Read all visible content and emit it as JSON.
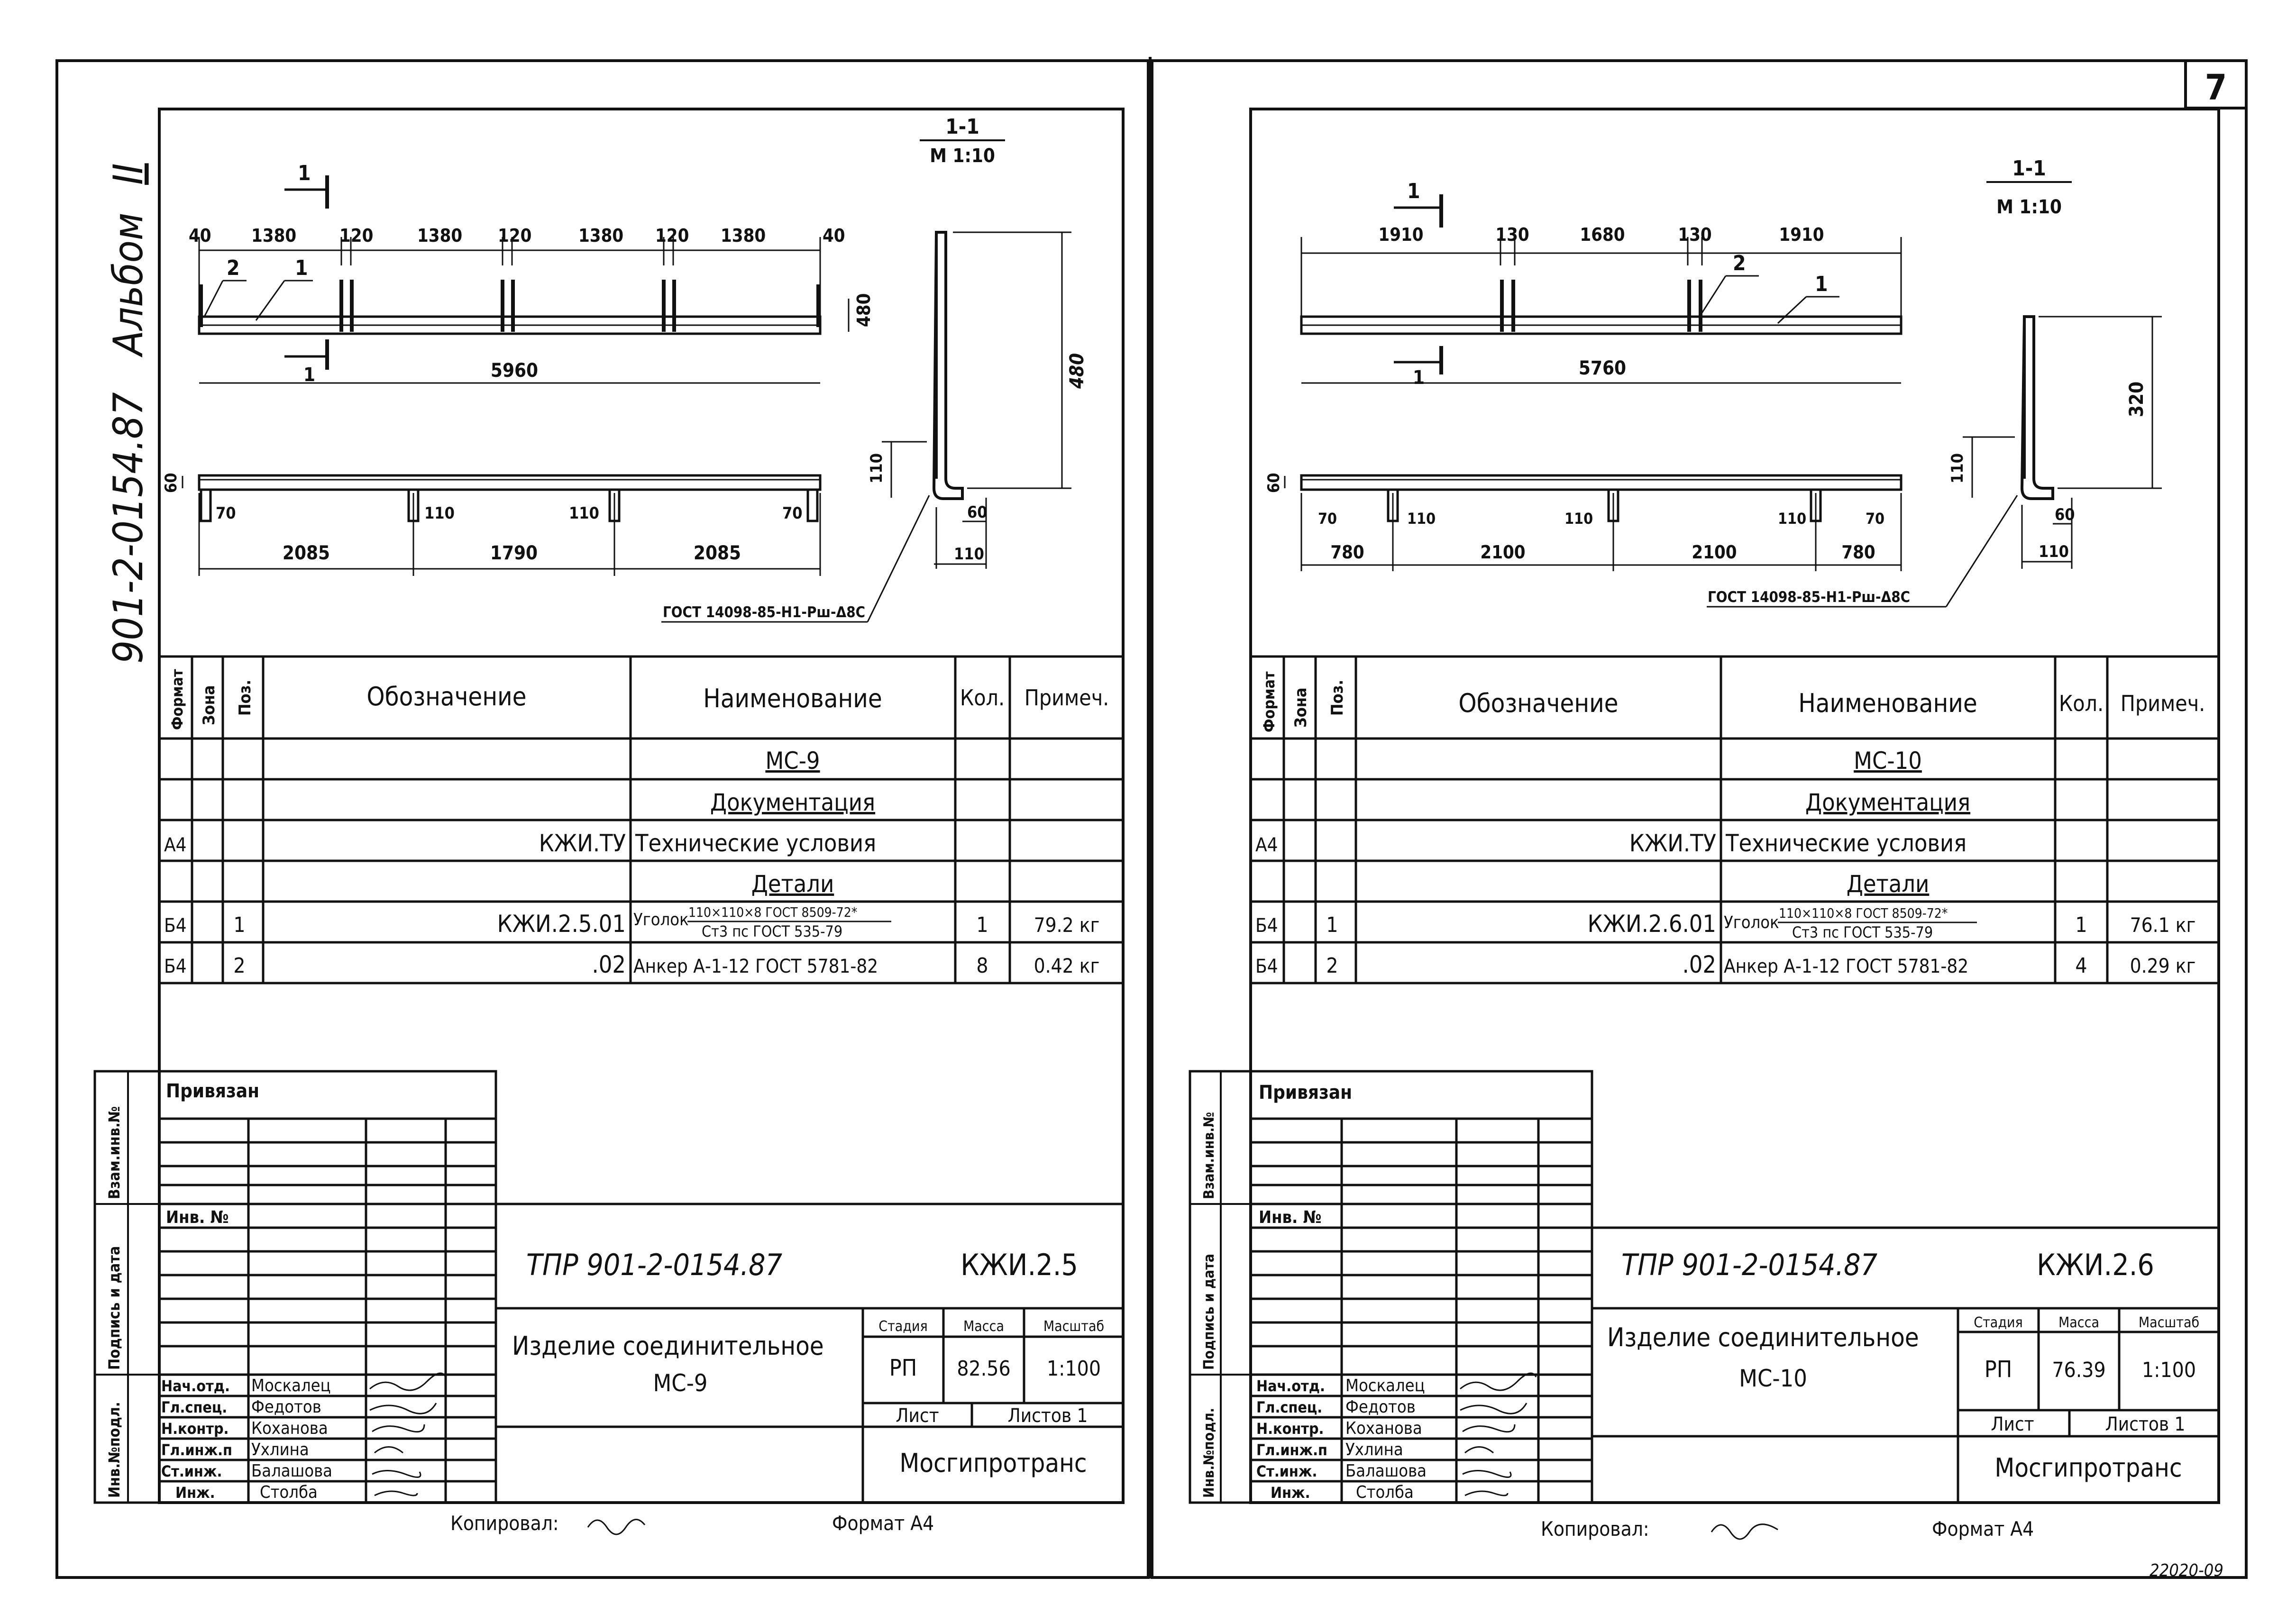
{
  "page_number": "7",
  "side_label": {
    "album": "Альбом",
    "album_numeral": "II",
    "code": "901-2-0154.87"
  },
  "stamp_bottom_right": "22020-09",
  "left": {
    "section_label": "1-1",
    "section_scale": "М 1:10",
    "cut_mark": "1",
    "plan_dims": [
      "40",
      "1380",
      "120",
      "1380",
      "120",
      "1380",
      "120",
      "1380",
      "40"
    ],
    "callouts": [
      "2",
      "1"
    ],
    "plan_height_dim": "480",
    "overall_length": "5960",
    "elev_left_dim": "60",
    "elev_dims_top": [
      "70",
      "110",
      "110",
      "70"
    ],
    "elev_dims_bottom": [
      "2085",
      "1790",
      "2085"
    ],
    "section_height": "480",
    "section_foot": "110",
    "section_width_a": "60",
    "section_width_b": "110",
    "weld_note": "ГОСТ 14098-85-Н1-Рш-Δ8С",
    "table_headers": [
      "Формат",
      "Зона",
      "Поз.",
      "Обозначение",
      "Наименование",
      "Кол.",
      "Примеч."
    ],
    "heading_product": "МС-9",
    "heading_docs": "Документация",
    "row_docs": {
      "format": "А4",
      "designation": "КЖИ.ТУ",
      "name": "Технические условия"
    },
    "heading_parts": "Детали",
    "rows": [
      {
        "format": "Б4",
        "pos": "1",
        "designation": "КЖИ.2.5.01",
        "name_prefix": "Уголок",
        "name_top": "110×110×8 ГОСТ 8509-72*",
        "name_bottom": "Ст3 пс ГОСТ 535-79",
        "qty": "1",
        "note": "79.2 кг"
      },
      {
        "format": "Б4",
        "pos": "2",
        "designation": ".02",
        "name": "Анкер А-1-12 ГОСТ 5781-82",
        "qty": "8",
        "note": "0.42 кг"
      }
    ],
    "title_block": {
      "linked": "Привязан",
      "inv_no": "Инв. №",
      "doc_code": "ТПР 901-2-0154.87",
      "sheet_code": "КЖИ.2.5",
      "product_name_line1": "Изделие соединительное",
      "product_name_line2": "МС-9",
      "stage_label": "Стадия",
      "mass_label": "Масса",
      "scale_label": "Масштаб",
      "stage": "РП",
      "mass": "82.56",
      "scale": "1:100",
      "sheet_label": "Лист",
      "sheets_label": "Листов 1",
      "org": "Мосгипротранс",
      "roles": [
        "Нач.отд.",
        "Гл.спец.",
        "Н.контр.",
        "Гл.инж.п",
        "Ст.инж.",
        "Инж."
      ],
      "names": [
        "Москалец",
        "Федотов",
        "Коханова",
        "Ухлина",
        "Балашова",
        "Столба"
      ],
      "copied_by": "Копировал:",
      "format": "Формат А4"
    },
    "side_strip": [
      "Инв.№подл.",
      "Подпись и дата",
      "Взам.инв.№"
    ]
  },
  "right": {
    "section_label": "1-1",
    "section_scale": "М 1:10",
    "cut_mark": "1",
    "plan_dims": [
      "1910",
      "130",
      "1680",
      "130",
      "1910"
    ],
    "callouts": [
      "2",
      "1"
    ],
    "overall_length": "5760",
    "elev_left_dim": "60",
    "elev_dims_top": [
      "70",
      "110",
      "110",
      "110",
      "70"
    ],
    "elev_dims_bottom": [
      "780",
      "2100",
      "2100",
      "780"
    ],
    "section_height": "320",
    "section_foot": "110",
    "section_width_a": "60",
    "section_width_b": "110",
    "weld_note": "ГОСТ 14098-85-Н1-Рш-Δ8С",
    "table_headers": [
      "Формат",
      "Зона",
      "Поз.",
      "Обозначение",
      "Наименование",
      "Кол.",
      "Примеч."
    ],
    "heading_product": "МС-10",
    "heading_docs": "Документация",
    "row_docs": {
      "format": "А4",
      "designation": "КЖИ.ТУ",
      "name": "Технические условия"
    },
    "heading_parts": "Детали",
    "rows": [
      {
        "format": "Б4",
        "pos": "1",
        "designation": "КЖИ.2.6.01",
        "name_prefix": "Уголок",
        "name_top": "110×110×8 ГОСТ 8509-72*",
        "name_bottom": "Ст3 пс ГОСТ 535-79",
        "qty": "1",
        "note": "76.1 кг"
      },
      {
        "format": "Б4",
        "pos": "2",
        "designation": ".02",
        "name": "Анкер А-1-12 ГОСТ 5781-82",
        "qty": "4",
        "note": "0.29 кг"
      }
    ],
    "title_block": {
      "linked": "Привязан",
      "inv_no": "Инв. №",
      "doc_code": "ТПР 901-2-0154.87",
      "sheet_code": "КЖИ.2.6",
      "product_name_line1": "Изделие соединительное",
      "product_name_line2": "МС-10",
      "stage_label": "Стадия",
      "mass_label": "Масса",
      "scale_label": "Масштаб",
      "stage": "РП",
      "mass": "76.39",
      "scale": "1:100",
      "sheet_label": "Лист",
      "sheets_label": "Листов 1",
      "org": "Мосгипротранс",
      "roles": [
        "Нач.отд.",
        "Гл.спец.",
        "Н.контр.",
        "Гл.инж.п",
        "Ст.инж.",
        "Инж."
      ],
      "names": [
        "Москалец",
        "Федотов",
        "Коханова",
        "Ухлина",
        "Балашова",
        "Столба"
      ],
      "copied_by": "Копировал:",
      "format": "Формат А4"
    },
    "side_strip": [
      "Инв.№подл.",
      "Подпись и дата",
      "Взам.инв.№"
    ]
  }
}
